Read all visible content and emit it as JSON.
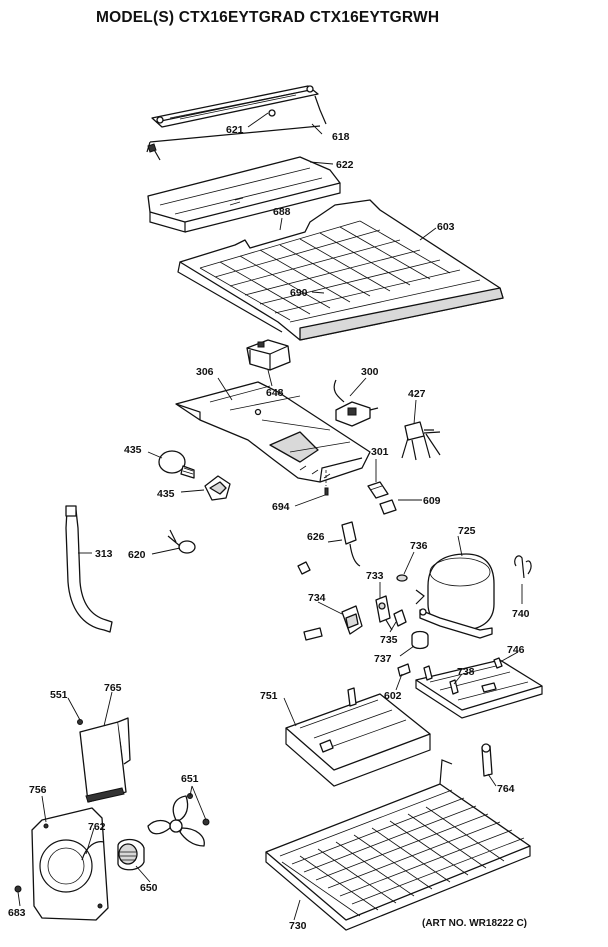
{
  "title": "MODEL(S) CTX16EYTGRAD  CTX16EYTGRWH",
  "art_number": "(ART NO. WR18222 C)",
  "labels": {
    "p621": "621",
    "p618": "618",
    "p622": "622",
    "p688": "688",
    "p603": "603",
    "p690": "690",
    "p306": "306",
    "p648": "648",
    "p300": "300",
    "p427": "427",
    "p435a": "435",
    "p435b": "435",
    "p301": "301",
    "p694": "694",
    "p609": "609",
    "p313": "313",
    "p620": "620",
    "p626": "626",
    "p736": "736",
    "p725": "725",
    "p733": "733",
    "p740": "740",
    "p734": "734",
    "p735": "735",
    "p737": "737",
    "p738": "738",
    "p746": "746",
    "p551": "551",
    "p765": "765",
    "p602": "602",
    "p751": "751",
    "p651": "651",
    "p756": "756",
    "p762": "762",
    "p764": "764",
    "p650": "650",
    "p683": "683",
    "p730": "730"
  }
}
